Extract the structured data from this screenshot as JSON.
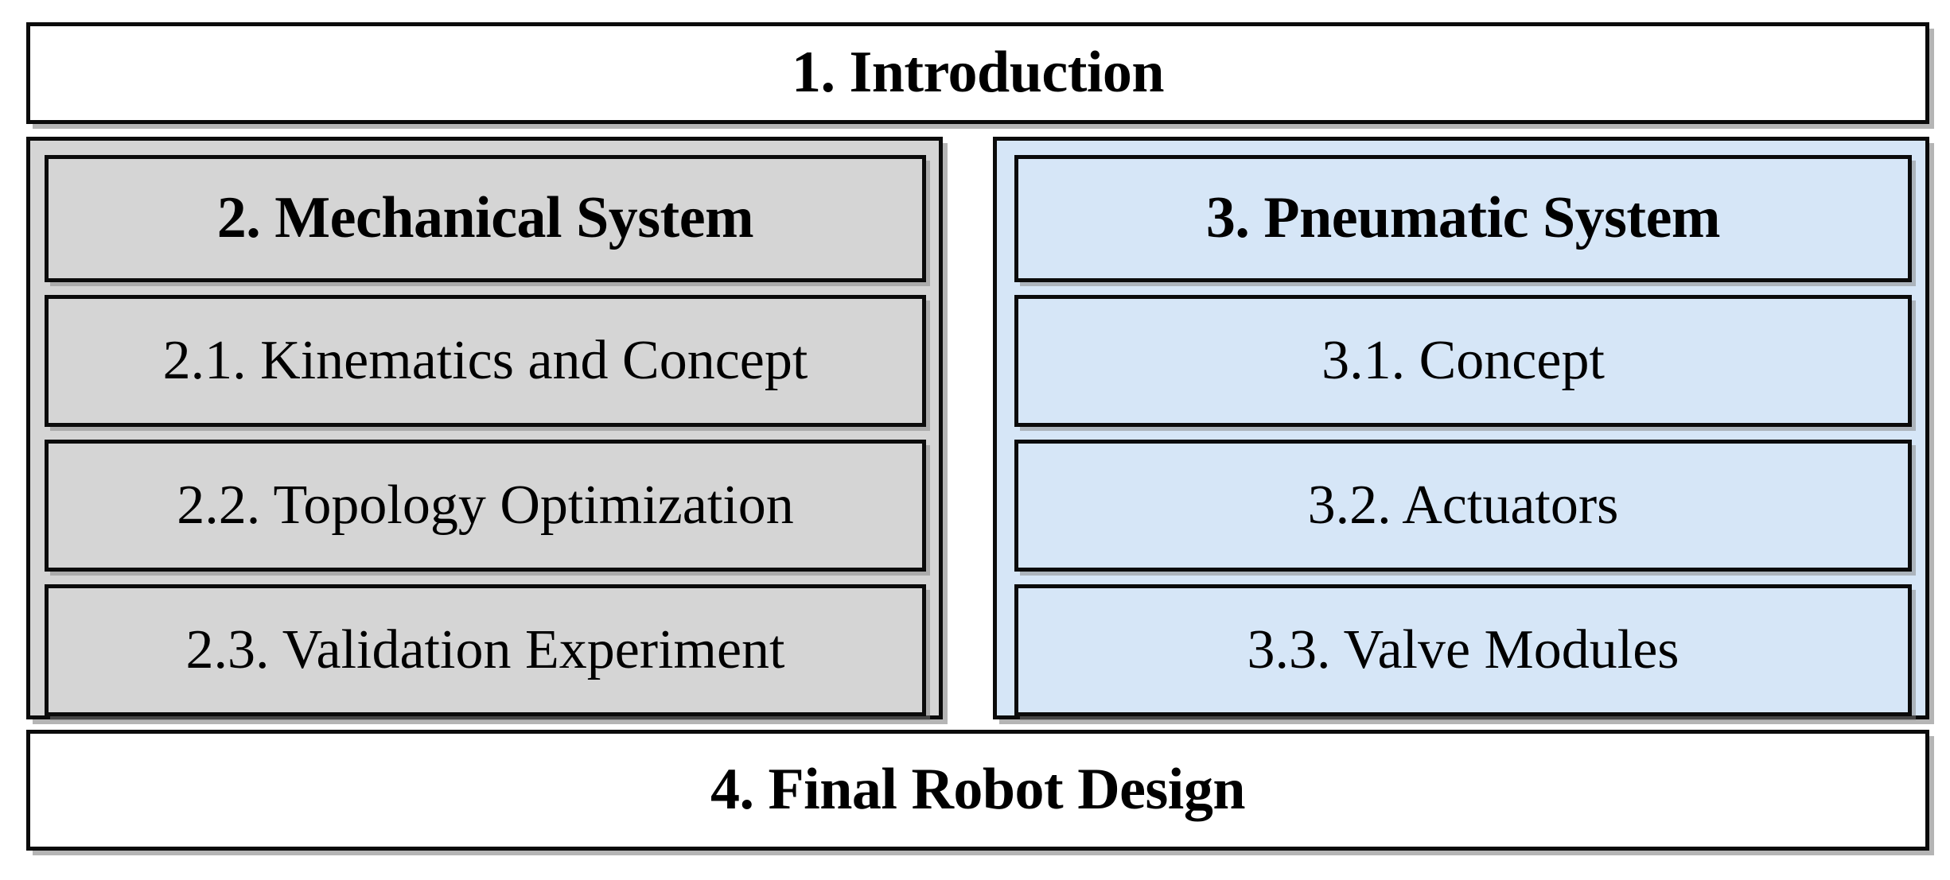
{
  "diagram": {
    "type": "paper-structure-flow",
    "colors": {
      "gray_fill": "#d5d5d5",
      "blue_fill": "#d6e6f7",
      "white_fill": "#ffffff",
      "border": "#0b0b0b",
      "text": "#000000"
    },
    "top_banner": {
      "label": "1. Introduction"
    },
    "bottom_banner": {
      "label": "4. Final Robot Design"
    },
    "columns": [
      {
        "id": "mechanical",
        "fill": "#d5d5d5",
        "header": {
          "label": "2. Mechanical System"
        },
        "items": [
          {
            "label": "2.1. Kinematics and Concept"
          },
          {
            "label": "2.2. Topology Optimization"
          },
          {
            "label": "2.3. Validation Experiment"
          }
        ]
      },
      {
        "id": "pneumatic",
        "fill": "#d6e6f7",
        "header": {
          "label": "3. Pneumatic System"
        },
        "items": [
          {
            "label": "3.1. Concept"
          },
          {
            "label": "3.2. Actuators"
          },
          {
            "label": "3.3. Valve Modules"
          }
        ]
      }
    ]
  }
}
